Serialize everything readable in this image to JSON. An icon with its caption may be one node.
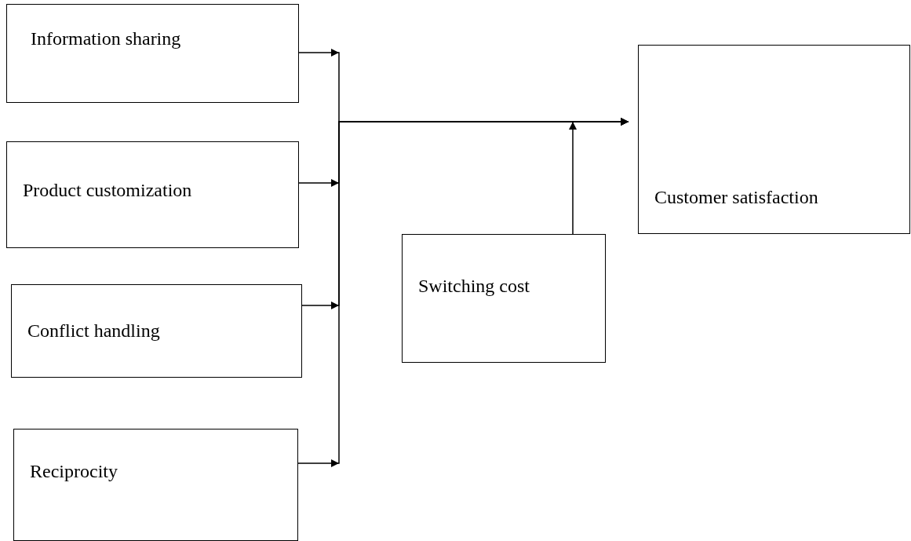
{
  "diagram": {
    "nodes": [
      {
        "text": [
          "Information sharing"
        ]
      },
      {
        "text": [
          "Product customization"
        ]
      },
      {
        "text": [
          "Conflict handling"
        ]
      },
      {
        "text": [
          "Reciprocity"
        ]
      },
      {
        "text": [
          "Switching cost"
        ]
      },
      {
        "text": [
          "Customer satisfaction"
        ]
      }
    ],
    "edges": [
      {
        "from": 0,
        "to": 5,
        "arrow": "to"
      },
      {
        "from": 1,
        "to": 5,
        "arrow": "to"
      },
      {
        "from": 2,
        "to": 5,
        "arrow": "to"
      },
      {
        "from": 3,
        "to": 5,
        "arrow": "to"
      },
      {
        "from": 4,
        "to": null,
        "arrow": "to"
      }
    ]
  }
}
